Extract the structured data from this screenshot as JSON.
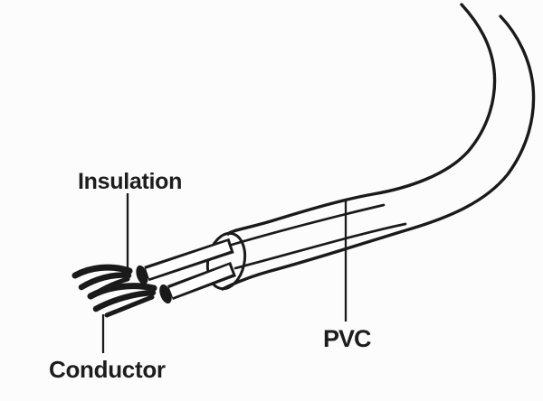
{
  "diagram": {
    "type": "cable-anatomy-illustration",
    "labels": {
      "insulation": {
        "text": "Insulation"
      },
      "conductor": {
        "text": "Conductor"
      },
      "pvc": {
        "text": "PVC"
      }
    },
    "colors": {
      "background": "#fcfcfc",
      "line": "#1a1a1a",
      "text": "#1d1d1d",
      "wire_fill": "#ffffff"
    }
  }
}
